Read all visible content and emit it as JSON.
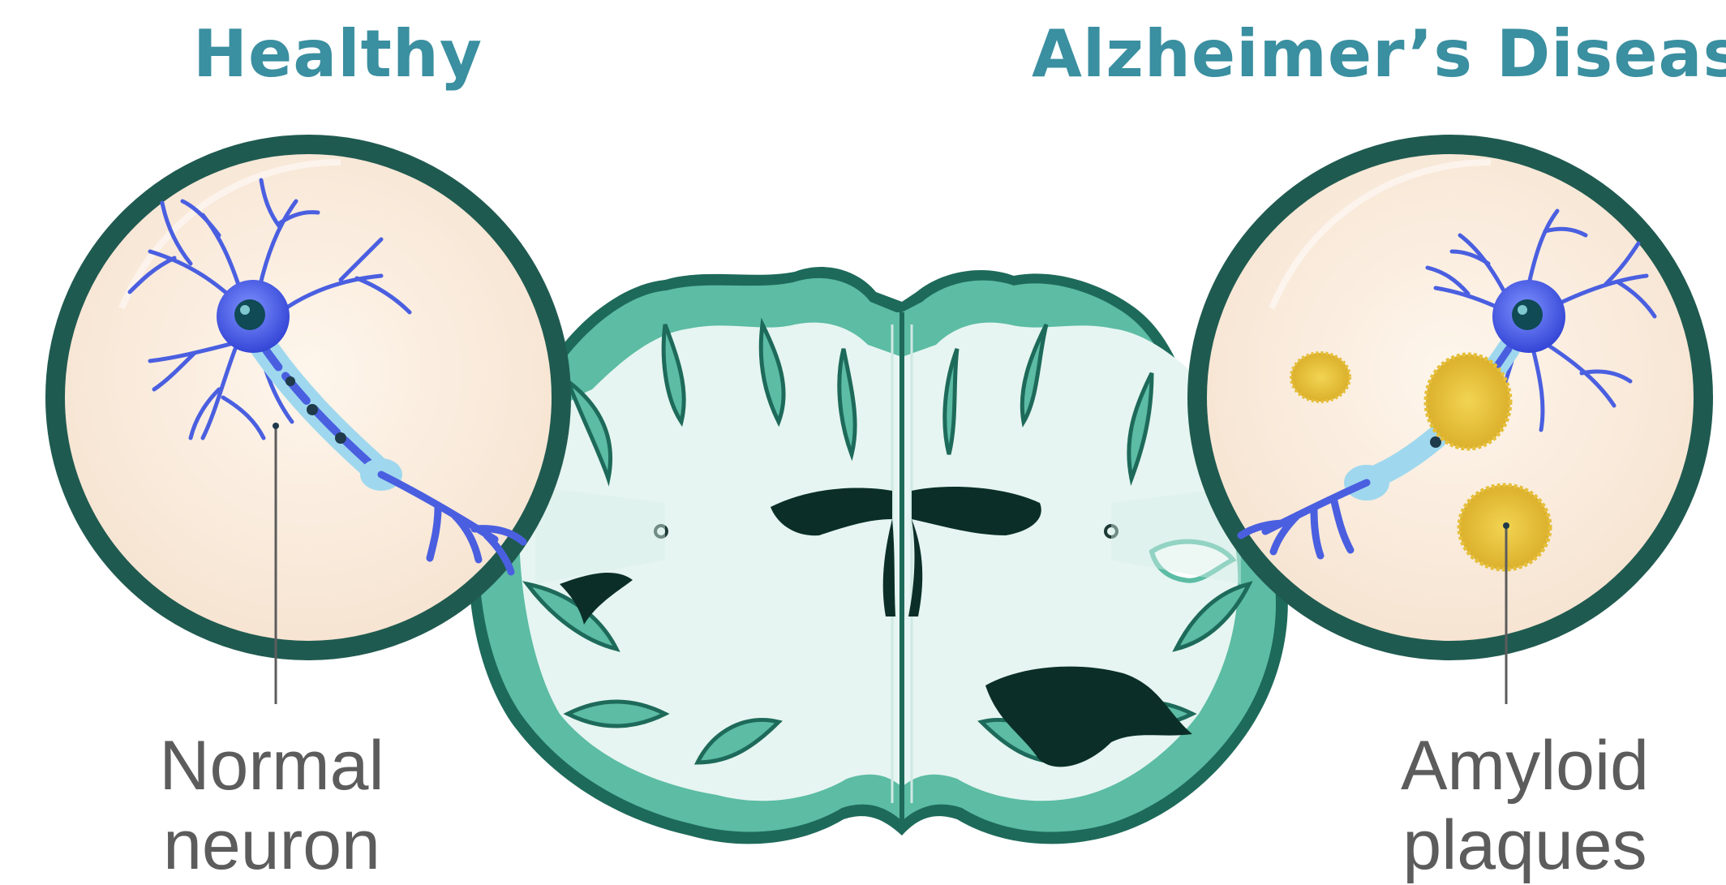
{
  "labels": {
    "healthy": "Healthy",
    "alzheimers": "Alzheimer’s Disease"
  },
  "callouts": {
    "normal_neuron": [
      "Normal",
      "neuron"
    ],
    "amyloid_plaques": [
      "Amyloid",
      "plaques"
    ]
  },
  "colors": {
    "heading_teal": "#3a8fa0",
    "circle_ring": "#1f5a50",
    "inset_background": "#fcefe2",
    "neuron_blue": "#4a5fe0",
    "brain_tissue": "#e4f4ef",
    "brain_cortex": "#57b8a0",
    "brain_outline": "#1e6a5a",
    "plaque_yellow": "#e8c43a",
    "caption_gray": "#5c5c5c"
  },
  "icons": [
    "neuron-icon",
    "brain-section-icon",
    "amyloid-plaque-icon"
  ]
}
